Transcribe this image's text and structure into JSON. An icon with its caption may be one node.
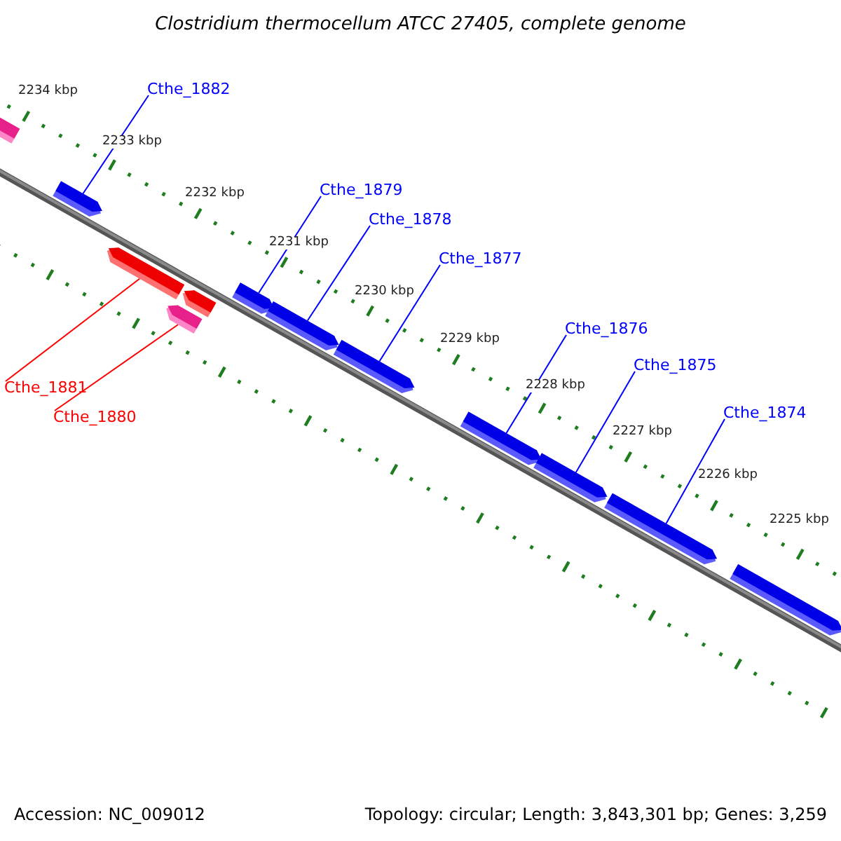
{
  "diagram": {
    "title": "Clostridium thermocellum ATCC 27405, complete genome",
    "nodes": [
      {
        "text": [
          "Cthe_1882"
        ]
      },
      {
        "text": [
          "Cthe_1879"
        ]
      },
      {
        "text": [
          "Cthe_1878"
        ]
      },
      {
        "text": [
          "Cthe_1877"
        ]
      },
      {
        "text": [
          "Cthe_1876"
        ]
      },
      {
        "text": [
          "Cthe_1875"
        ]
      },
      {
        "text": [
          "Cthe_1881"
        ]
      },
      {
        "text": [
          "Cthe_1874"
        ]
      },
      {
        "text": [
          "Cthe_1880"
        ]
      },
      {
        "text": [],
        "shape": "bar"
      },
      {
        "text": [],
        "shape": "bar"
      },
      {
        "text": [],
        "shape": "bar"
      },
      {
        "text": [],
        "shape": "bar"
      },
      {
        "text": [],
        "shape": "bar"
      },
      {
        "text": [],
        "shape": "bar"
      },
      {
        "text": [],
        "shape": "bar"
      },
      {
        "text": [],
        "shape": "bar"
      },
      {
        "text": [],
        "shape": "bar"
      },
      {
        "text": [],
        "shape": "bar"
      },
      {
        "text": [],
        "shape": "bar"
      },
      {
        "text": [],
        "shape": "bar"
      }
    ],
    "edges": [
      {
        "from": 0,
        "to": 10,
        "arrow": "none"
      },
      {
        "from": 1,
        "to": 14,
        "arrow": "none"
      },
      {
        "from": 2,
        "to": 15,
        "arrow": "none"
      },
      {
        "from": 3,
        "to": 16,
        "arrow": "none"
      },
      {
        "from": 4,
        "to": 17,
        "arrow": "none"
      },
      {
        "from": 5,
        "to": 18,
        "arrow": "none"
      },
      {
        "from": 6,
        "to": 11,
        "arrow": "none",
        "color": "#ff0000"
      },
      {
        "from": 7,
        "to": 19,
        "arrow": "none"
      },
      {
        "from": 8,
        "to": 12,
        "arrow": "none",
        "color": "#ff0000"
      }
    ],
    "labels": [
      "2234 kbp",
      "2233 kbp",
      "2232 kbp",
      "2231 kbp",
      "2230 kbp",
      "2229 kbp",
      "2228 kbp",
      "2227 kbp",
      "2226 kbp",
      "2225 kbp",
      "Accession: NC_009012",
      "Topology: circular; Length: 3,843,301 bp; Genes: 3,259"
    ]
  }
}
